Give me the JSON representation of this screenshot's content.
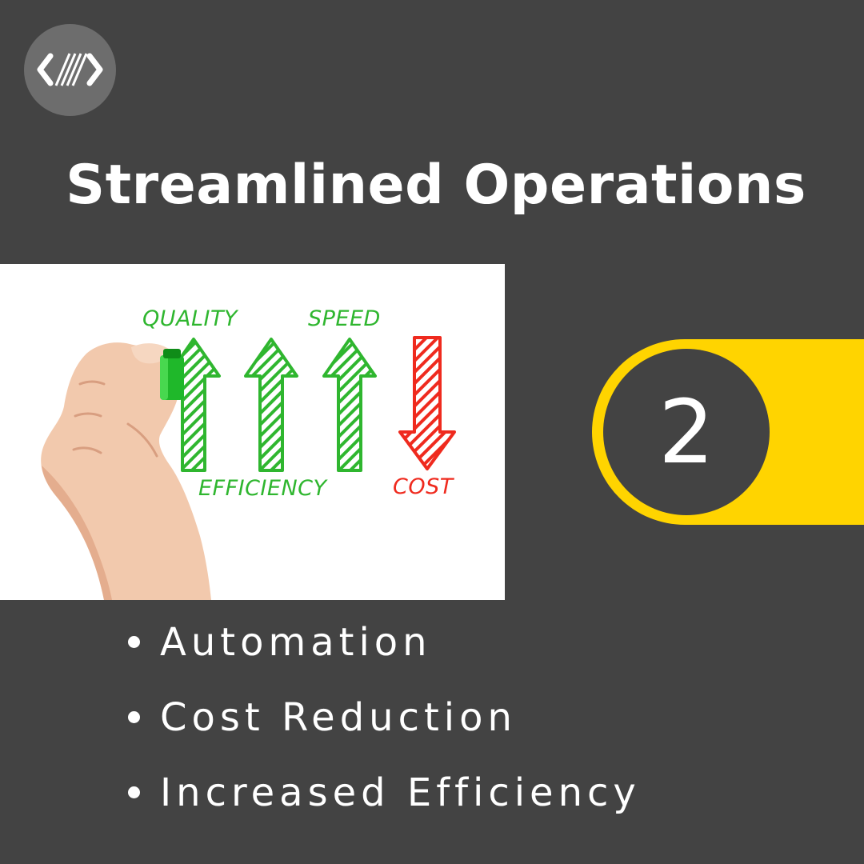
{
  "page": {
    "title": "Streamlined Operations",
    "badge_number": "2"
  },
  "logo": {
    "icon": "code-brackets-icon"
  },
  "illustration": {
    "labels": {
      "quality": "QUALITY",
      "speed": "SPEED",
      "efficiency": "EFFICIENCY",
      "cost": "COST"
    }
  },
  "bullets": [
    "Automation",
    "Cost Reduction",
    "Increased Efficiency"
  ],
  "colors": {
    "background": "#434343",
    "accent_yellow": "#ffd400",
    "arrow_green": "#2fb62f",
    "arrow_red": "#ef2a1e",
    "text": "#ffffff"
  }
}
